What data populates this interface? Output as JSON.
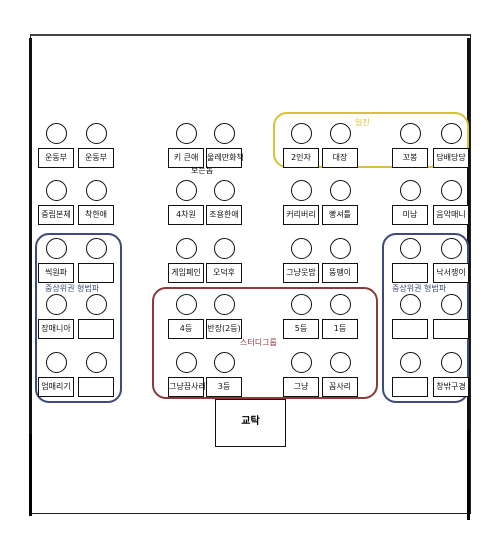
{
  "room": {
    "podium_label": "교탁"
  },
  "groups": [
    {
      "key": "yellow",
      "label": "일진",
      "color": "#d9c23a"
    },
    {
      "key": "blue_left",
      "label": "중상위권 형범파",
      "color": "#3d4a7a"
    },
    {
      "key": "blue_right",
      "label": "중상위권 형범파",
      "color": "#3d4a7a"
    },
    {
      "key": "study",
      "label": "스터디그룹",
      "color": "#8b3a3a"
    }
  ],
  "notes": {
    "watcher": "보는놈"
  },
  "seats": [
    "운동부",
    "운동부",
    "키 큰애",
    "울레만화책",
    "2인자",
    "대장",
    "꼬봉",
    "담배당당",
    "중립본체",
    "착한애",
    "4차원",
    "조용한애",
    "커리버리",
    "빵셔틀",
    "미남",
    "음악매니",
    "씩원파",
    "",
    "게임폐인",
    "오덕후",
    "그냥웃밥",
    "뚱뗑이",
    "",
    "낙서쟁이",
    "장매니아",
    "",
    "4등",
    "반장(2등)",
    "5등",
    "1등",
    "",
    "",
    "엄매리기",
    "",
    "그냥끔사러",
    "3등",
    "그냥",
    "꼼사리",
    "",
    "창밖구경"
  ]
}
